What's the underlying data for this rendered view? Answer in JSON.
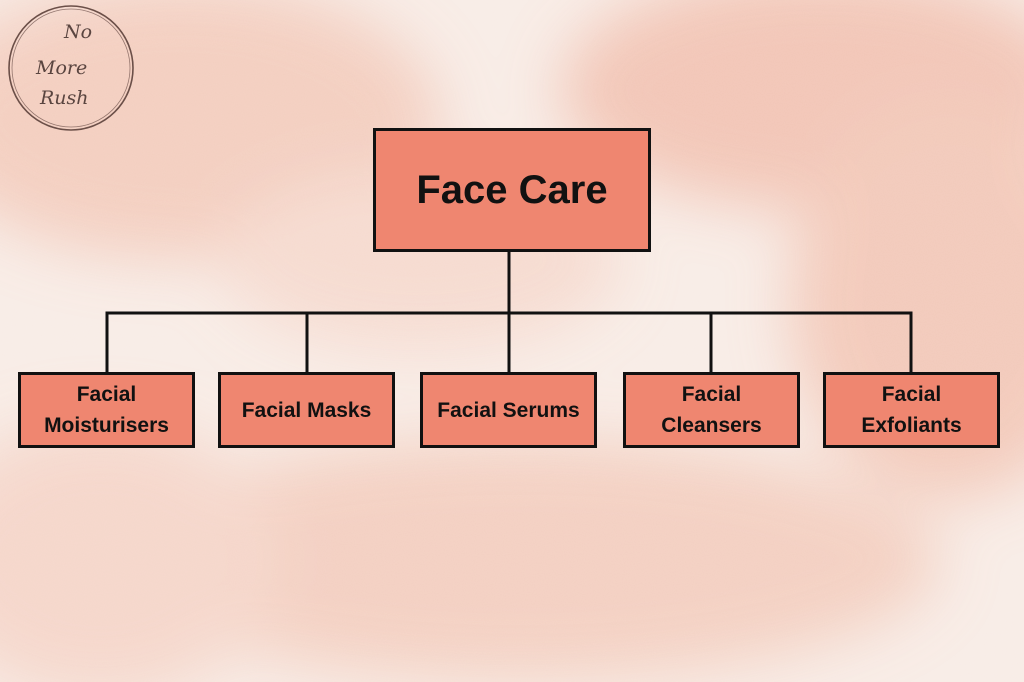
{
  "logo": {
    "text": "No More Rush",
    "ring_color": "#6b4f48"
  },
  "colors": {
    "background": "#f7ebe4",
    "box_fill": "#ef8670",
    "box_border": "#111111",
    "text": "#111111",
    "connector": "#111111"
  },
  "diagram": {
    "root": {
      "label": "Face Care"
    },
    "children": [
      {
        "label": "Facial Moisturisers"
      },
      {
        "label": "Facial Masks"
      },
      {
        "label": "Facial Serums"
      },
      {
        "label": "Facial Cleansers"
      },
      {
        "label": "Facial Exfoliants"
      }
    ]
  }
}
